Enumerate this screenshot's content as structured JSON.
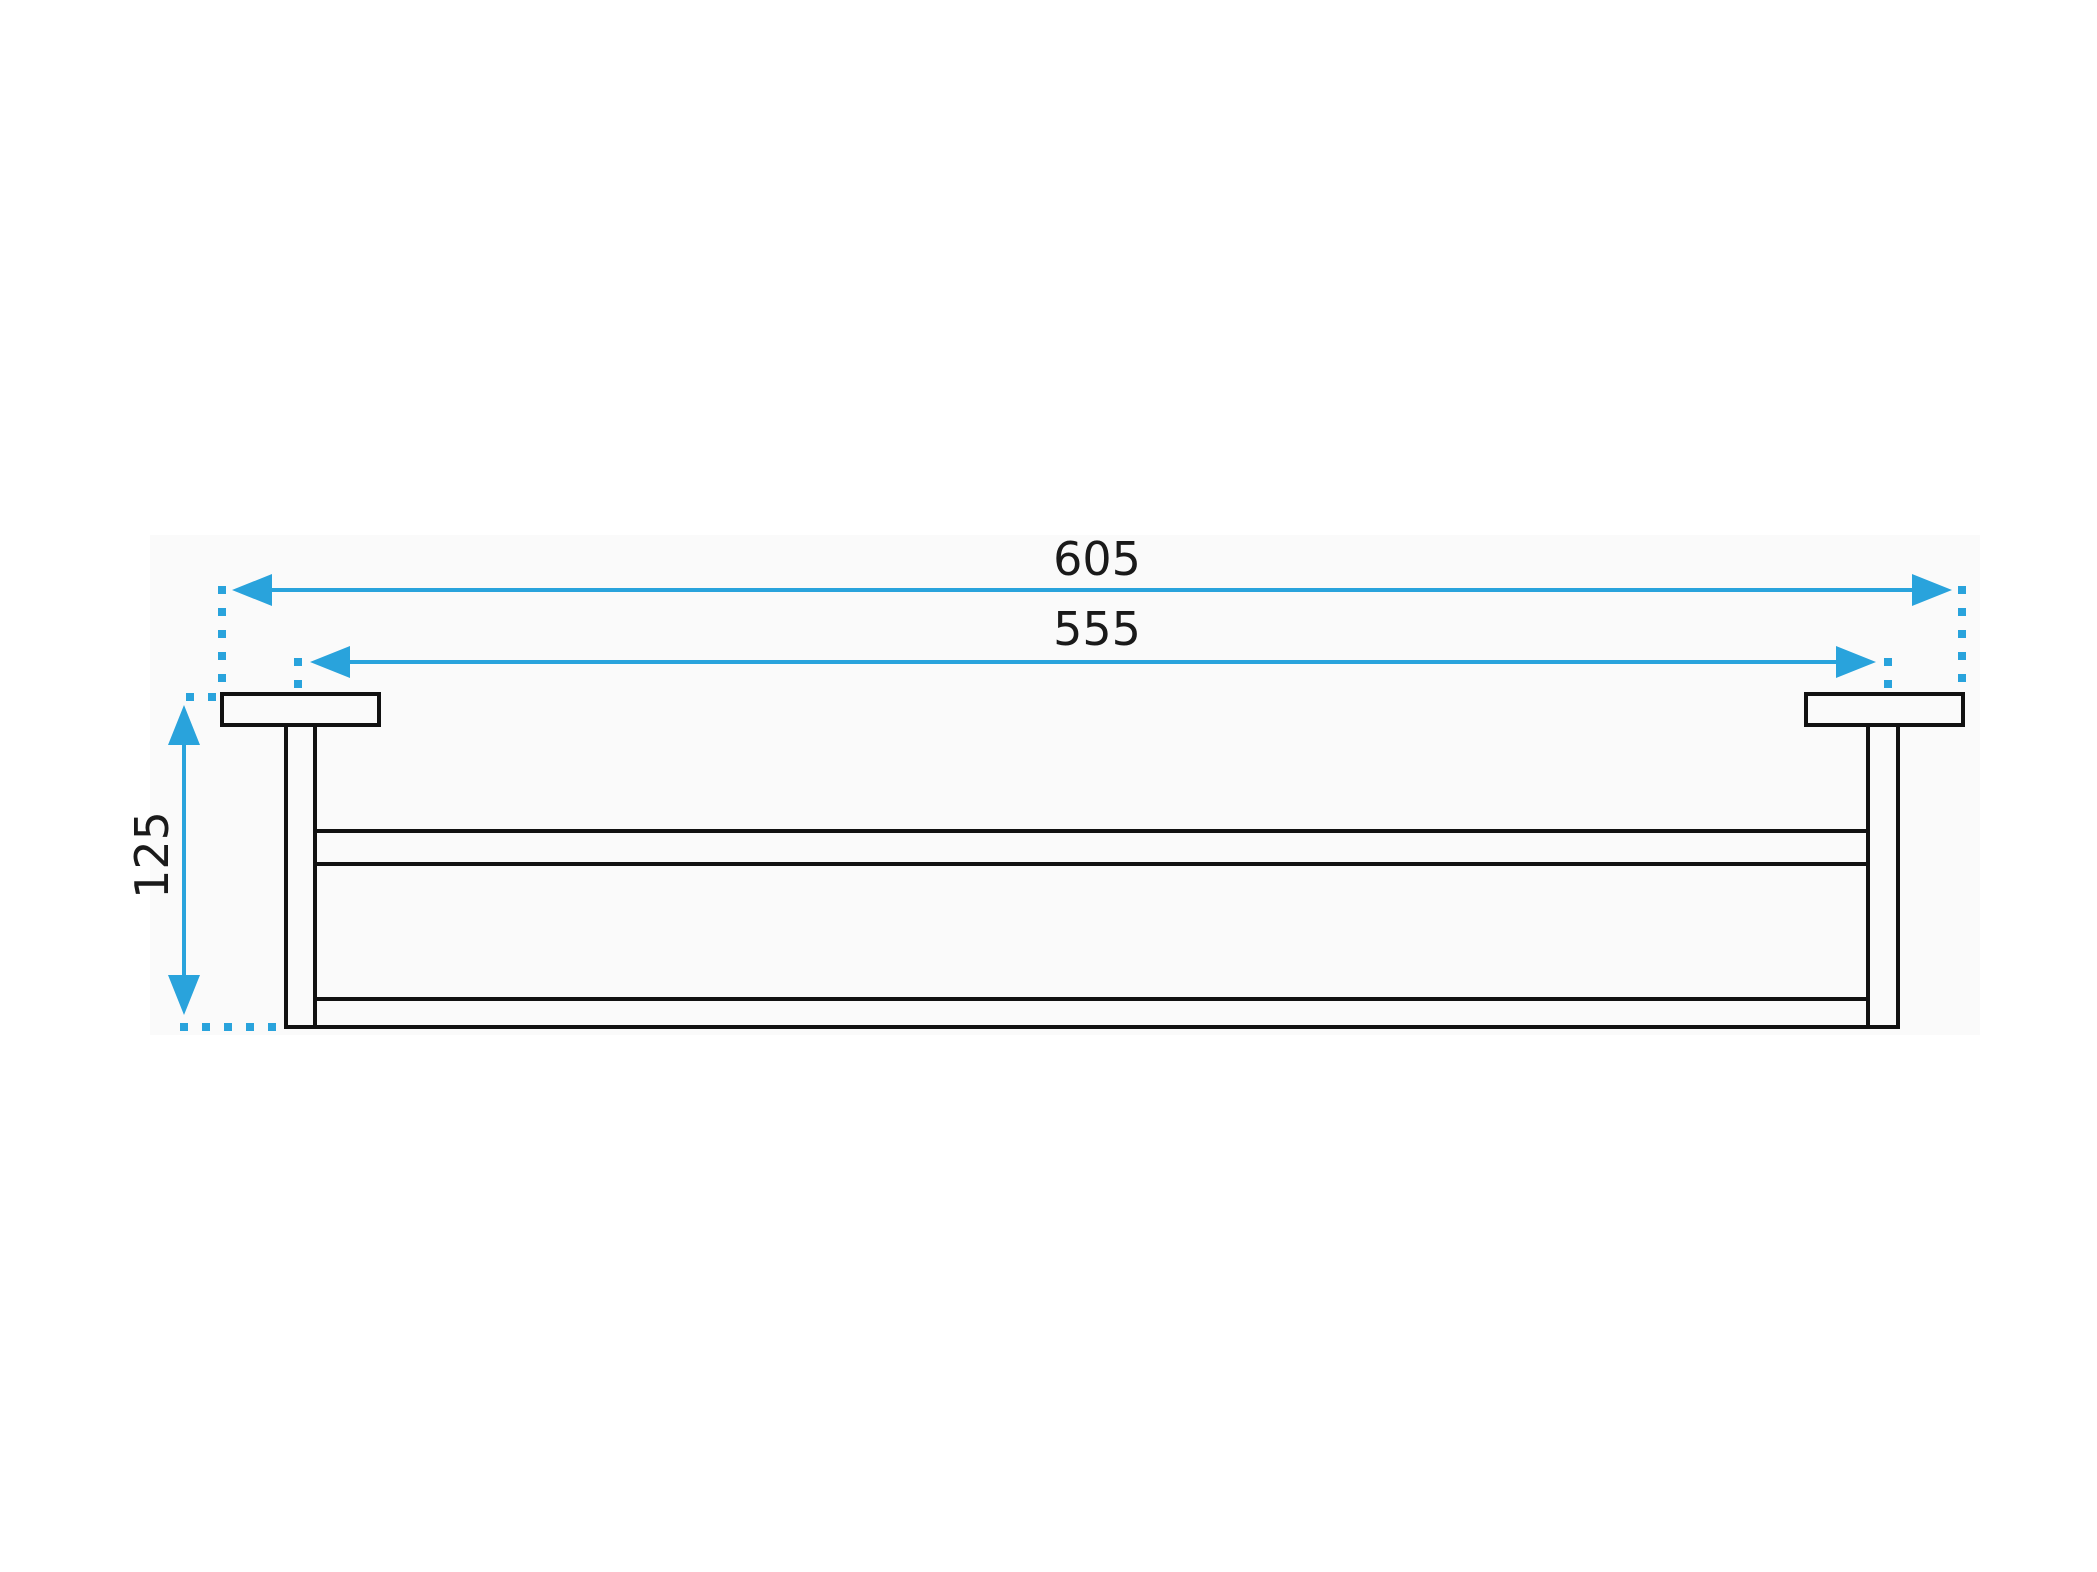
{
  "dimensions": {
    "overall_width": {
      "value": "605"
    },
    "bar_width": {
      "value": "555"
    },
    "height": {
      "value": "125"
    }
  },
  "colors": {
    "dimension": "#29a3dc",
    "outline": "#111111",
    "background": "#ffffff"
  }
}
